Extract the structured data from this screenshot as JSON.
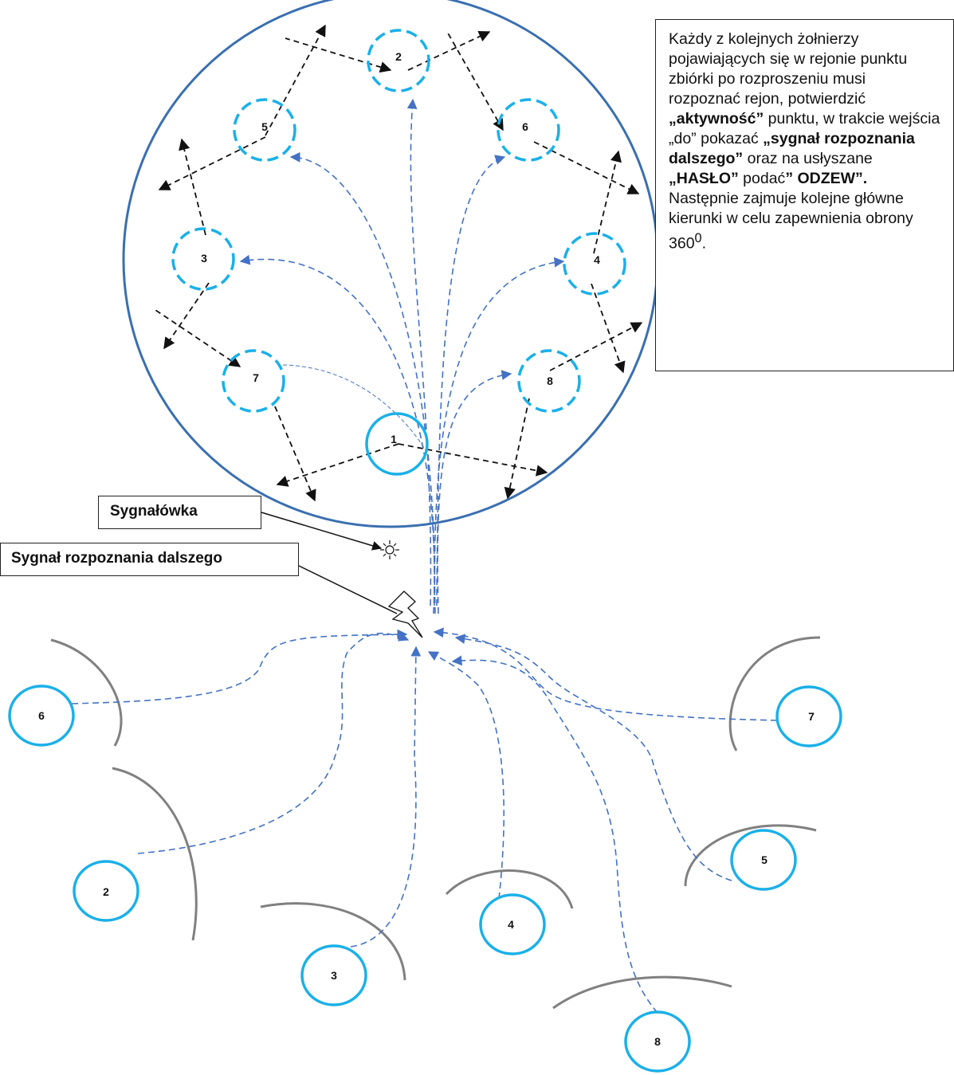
{
  "labels": {
    "signal_box": "Sygnałówka",
    "recognition_box": "Sygnał rozpoznania dalszego"
  },
  "info_text": {
    "t1": "Każdy z kolejnych żołnierzy pojawiających się w rejonie punktu zbiórki po rozproszeniu musi rozpoznać rejon, potwierdzić ",
    "b1": "„aktywność”",
    "t2": " punktu, w trakcie wejścia „do” pokazać ",
    "b2": "„sygnał rozpoznania dalszego”",
    "t3": " oraz na usłyszane ",
    "b3": "„HASŁO”",
    "t4": " podać",
    "b4": "” ODZEW”.",
    "t5": " Następnie zajmuje kolejne główne kierunki w celu zapewnienia obrony  360",
    "sup": "0",
    "t6": "."
  },
  "inside_positions": {
    "p1": "1",
    "p2": "2",
    "p3": "3",
    "p4": "4",
    "p5": "5",
    "p6": "6",
    "p7": "7",
    "p8": "8"
  },
  "outside_positions": {
    "s2": "2",
    "s3": "3",
    "s4": "4",
    "s5": "5",
    "s6": "6",
    "s7": "7",
    "s8": "8"
  },
  "colors": {
    "big_circle": "#3a6fb0",
    "position_circle": "#1ab0e8",
    "route_line": "#4472c4",
    "sector_arrow": "#111111",
    "cover_arc": "#808080"
  }
}
